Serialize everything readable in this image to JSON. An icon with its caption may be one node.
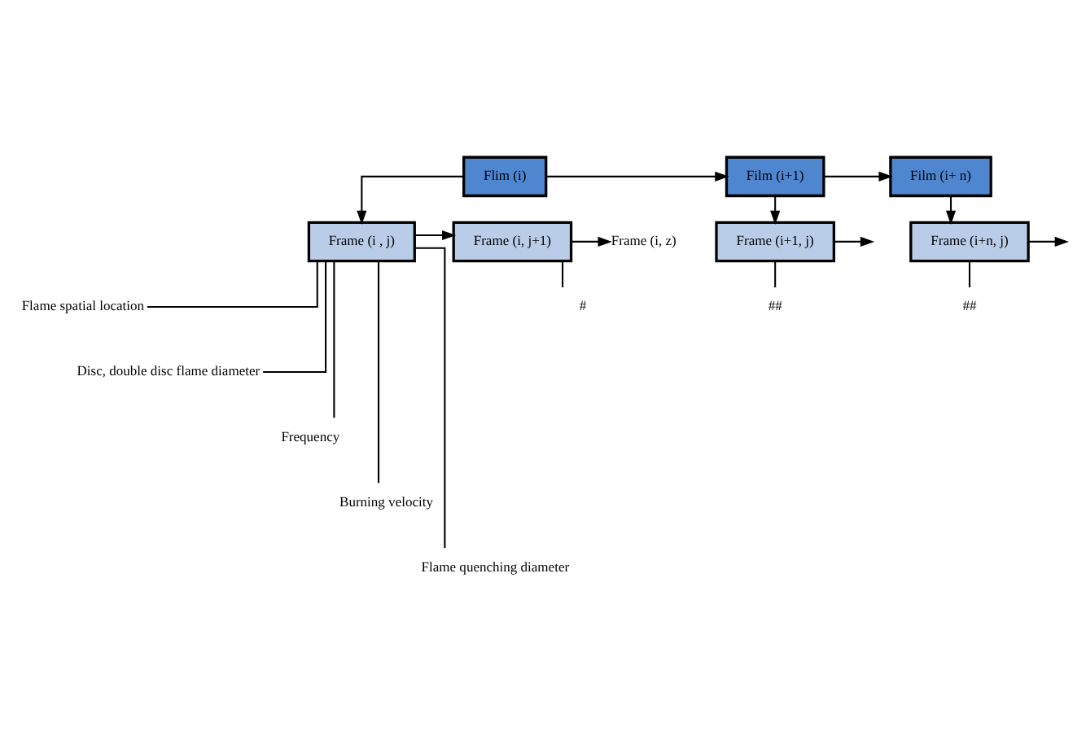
{
  "diagram": {
    "nodes": [
      {
        "text": [
          "Flim (i)"
        ]
      },
      {
        "text": [
          "Film (i+1)"
        ]
      },
      {
        "text": [
          "Film (i+ n)"
        ]
      },
      {
        "text": [
          "Frame (i+1, j)"
        ]
      },
      {
        "text": [
          "Frame (i+n, j)"
        ]
      },
      {
        "text": [
          "##"
        ]
      },
      {
        "text": [
          "##"
        ]
      },
      {
        "text": [
          "Frame (i , j)"
        ]
      },
      {
        "text": [
          "Frame (i, j+1)"
        ]
      },
      {
        "text": [
          "Frame (i, z)"
        ]
      },
      {
        "text": [
          "#"
        ]
      },
      {
        "text": [
          "Flame spatial location"
        ]
      },
      {
        "text": [
          "Disc, double disc flame diameter"
        ]
      },
      {
        "text": [
          "Frequency"
        ]
      },
      {
        "text": [
          "Burning velocity"
        ]
      },
      {
        "text": [
          "Flame quenching diameter"
        ]
      }
    ],
    "edges": [
      {
        "from": 0,
        "to": 1,
        "arrow": "to"
      },
      {
        "from": 1,
        "to": 2,
        "arrow": "to"
      },
      {
        "from": 1,
        "to": 3,
        "arrow": "to"
      },
      {
        "from": 2,
        "to": 4,
        "arrow": "to"
      },
      {
        "from": 3,
        "to": null,
        "arrow": "to"
      },
      {
        "from": 4,
        "to": null,
        "arrow": "to"
      },
      {
        "from": 3,
        "to": 5,
        "arrow": "none"
      },
      {
        "from": 4,
        "to": 6,
        "arrow": "none"
      },
      {
        "from": 0,
        "to": 7,
        "arrow": "to"
      },
      {
        "from": 7,
        "to": 8,
        "arrow": "to"
      },
      {
        "from": 8,
        "to": 9,
        "arrow": "to"
      },
      {
        "from": 8,
        "to": 10,
        "arrow": "none"
      },
      {
        "from": 7,
        "to": 11,
        "arrow": "none"
      },
      {
        "from": 7,
        "to": 12,
        "arrow": "none"
      },
      {
        "from": 7,
        "to": 13,
        "arrow": "none"
      },
      {
        "from": 7,
        "to": 14,
        "arrow": "none"
      },
      {
        "from": 7,
        "to": 15,
        "arrow": "none"
      }
    ]
  }
}
